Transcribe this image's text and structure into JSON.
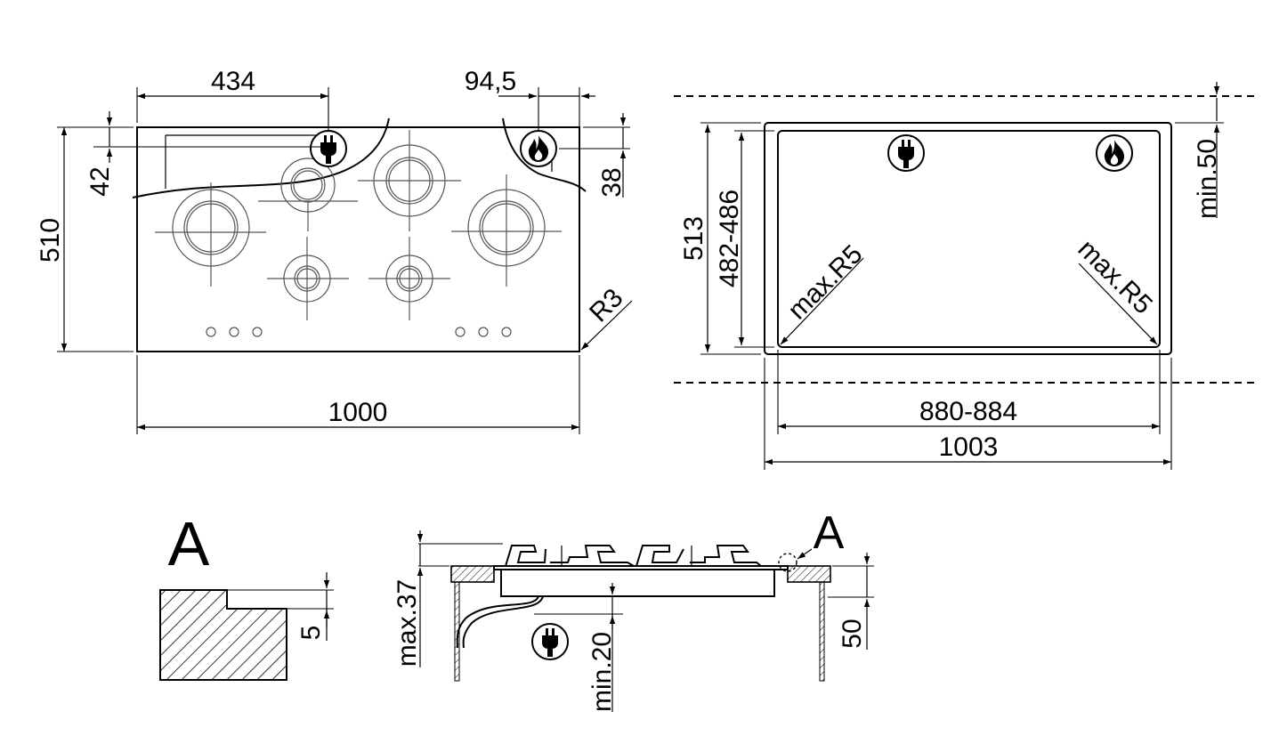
{
  "top_view": {
    "dim_width": "1000",
    "dim_height": "510",
    "dim_plug_x": "434",
    "dim_plug_y": "42",
    "dim_gas_x": "94,5",
    "dim_gas_y": "38",
    "dim_radius": "R3"
  },
  "cutout_view": {
    "dim_outer_width": "1003",
    "dim_inner_width": "880-884",
    "dim_outer_height": "513",
    "dim_inner_height": "482-486",
    "dim_radius_left": "max.R5",
    "dim_radius_right": "max.R5",
    "dim_clearance": "min.50"
  },
  "detail_a": {
    "label": "A",
    "dim_step": "5"
  },
  "side_view": {
    "label": "A",
    "dim_height": "max.37",
    "dim_below": "min.20",
    "dim_worktop": "50"
  },
  "icons": {
    "plug": "plug-icon",
    "flame": "flame-icon"
  }
}
